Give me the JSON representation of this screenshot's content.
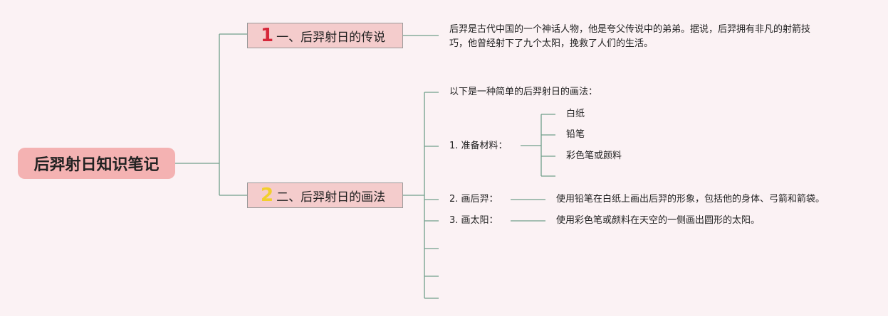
{
  "root": {
    "title": "后羿射日知识笔记"
  },
  "branches": [
    {
      "number": "1",
      "title": "一、后羿射日的传说",
      "badge_color": "#d6273a",
      "text": "后羿是古代中国的一个神话人物，他是夸父传说中的弟弟。据说，后羿拥有非凡的射箭技巧，他曾经射下了九个太阳，挽救了人们的生活。"
    },
    {
      "number": "2",
      "title": "二、后羿射日的画法",
      "badge_color": "#f2cf2c",
      "intro": "以下是一种简单的后羿射日的画法：",
      "steps": [
        {
          "label": "1. 准备材料：",
          "items": [
            "白纸",
            "铅笔",
            "彩色笔或颜料"
          ]
        },
        {
          "label": "2. 画后羿：",
          "desc": "使用铅笔在白纸上画出后羿的形象，包括他的身体、弓箭和箭袋。"
        },
        {
          "label": "3. 画太阳：",
          "desc": "使用彩色笔或颜料在天空的一侧画出圆形的太阳。"
        }
      ]
    }
  ],
  "colors": {
    "edge": "#6f9e8a",
    "background": "#fbf2f4"
  }
}
